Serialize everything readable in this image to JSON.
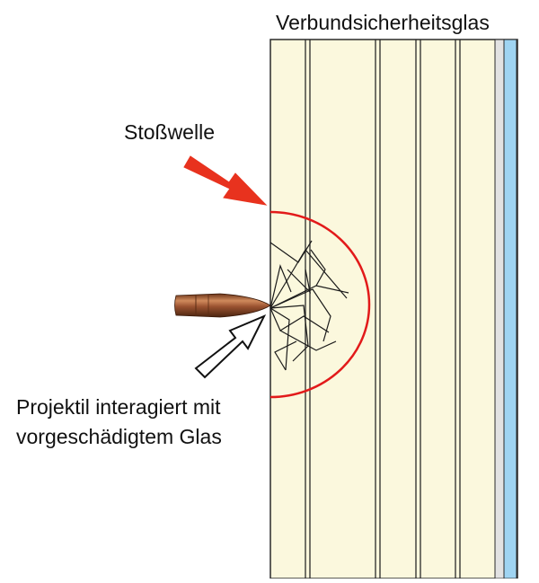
{
  "diagram": {
    "title": "Verbundsicherheitsglas",
    "labels": {
      "shockwave": "Stoßwelle",
      "projectile_line1": "Projektil interagiert mit",
      "projectile_line2": "vorgeschädigtem Glas"
    },
    "colors": {
      "glass": "#fbf8dd",
      "pane_border": "#2a2a2a",
      "shockwave": "#e21a1a",
      "backing_gray": "#e2e2e2",
      "backing_blue": "#9fd4f2",
      "bullet": "#8b4a2a"
    },
    "icons": {
      "shockwave_arrow": "red-arrow-icon",
      "projectile_arrow": "outline-arrow-icon",
      "projectile": "bullet-icon"
    }
  }
}
